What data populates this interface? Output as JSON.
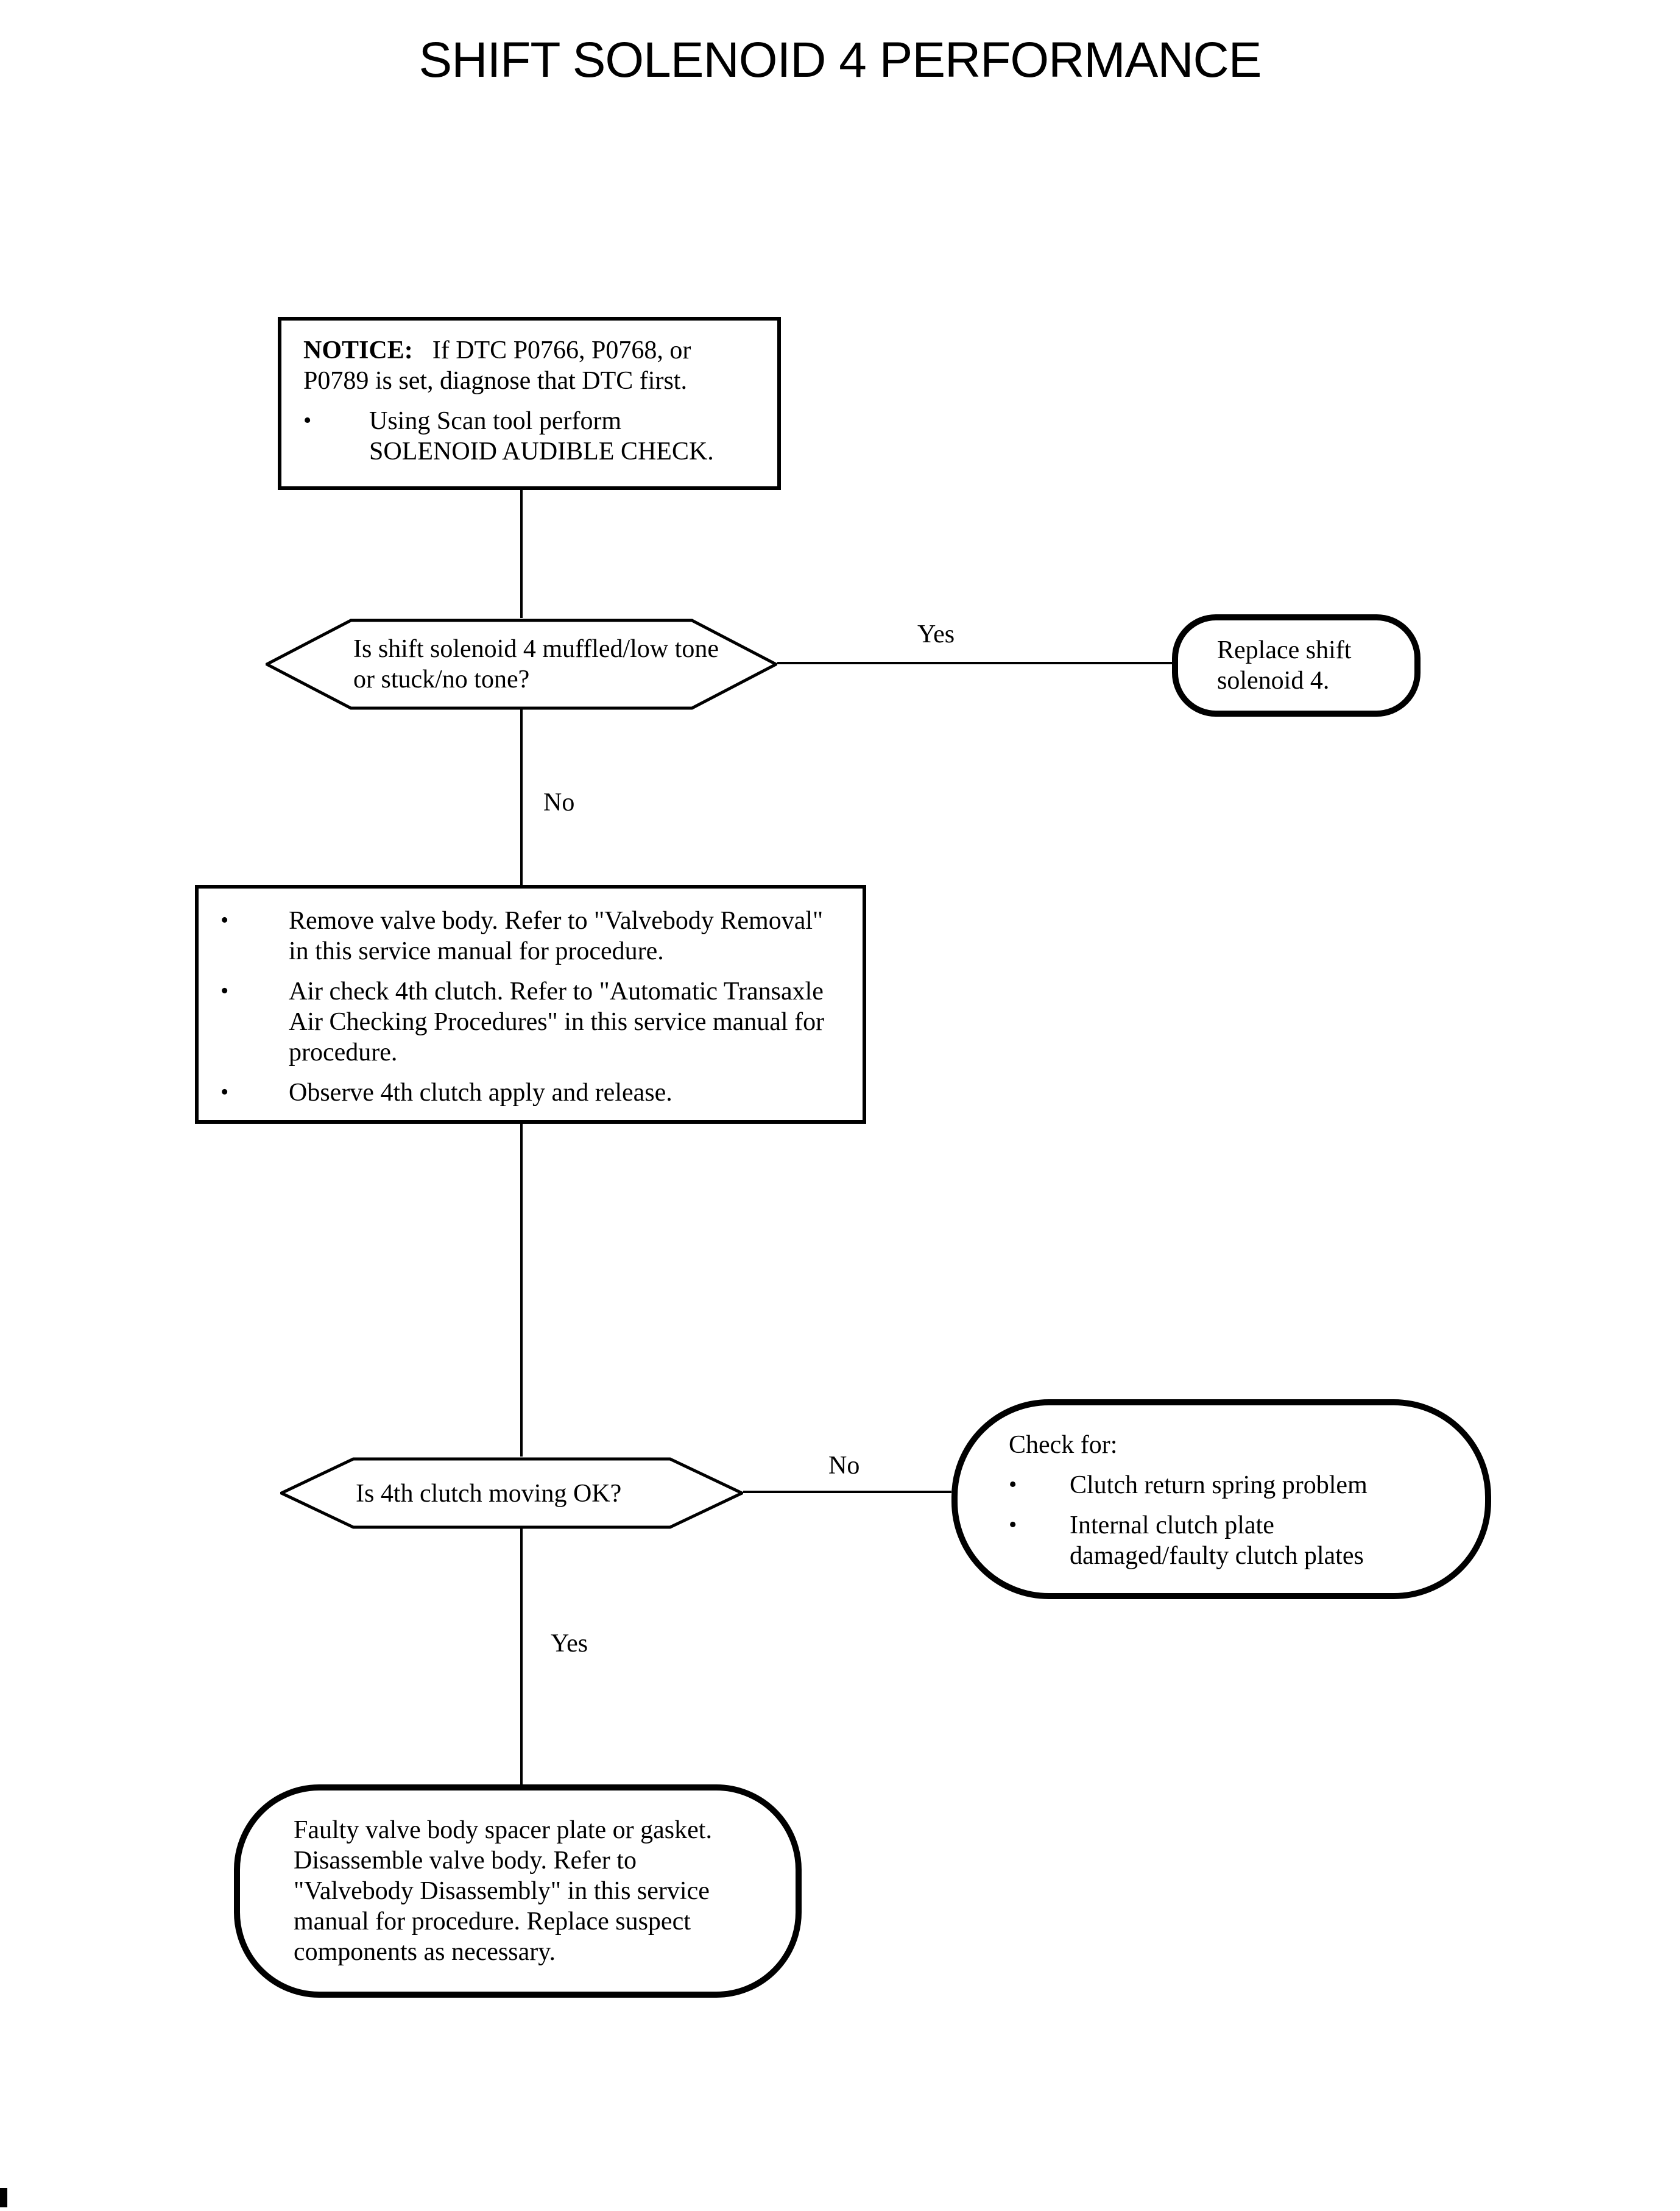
{
  "colors": {
    "ink": "#000000",
    "paper": "#ffffff"
  },
  "glyphs": {
    "bullet": "•"
  },
  "title": "SHIFT SOLENOID 4 PERFORMANCE",
  "notice": {
    "label": "NOTICE:",
    "text": "If DTC P0766, P0768, or P0789 is set, diagnose that DTC first.",
    "bullets": [
      "Using Scan tool perform SOLENOID AUDIBLE CHECK."
    ]
  },
  "decision1": {
    "question": "Is shift solenoid 4 muffled/low tone or stuck/no tone?"
  },
  "edges": {
    "yes1": "Yes",
    "no1": "No",
    "no2": "No",
    "yes2": "Yes"
  },
  "replace_action": {
    "text": "Replace shift solenoid 4."
  },
  "steps": {
    "items": [
      "Remove valve body. Refer to \"Valvebody Removal\" in this service manual for procedure.",
      "Air check 4th clutch. Refer to \"Automatic Transaxle Air Checking Procedures\" in this service manual for procedure.",
      "Observe 4th clutch apply and release."
    ]
  },
  "decision2": {
    "question": "Is 4th clutch moving OK?"
  },
  "check_action": {
    "label": "Check for:",
    "items": [
      "Clutch return spring problem",
      "Internal clutch plate damaged/faulty clutch plates"
    ]
  },
  "final_action": {
    "text": "Faulty valve body spacer plate or gasket. Disassemble valve body. Refer to \"Valvebody Disassembly\" in this service manual for procedure. Replace suspect components as necessary."
  }
}
